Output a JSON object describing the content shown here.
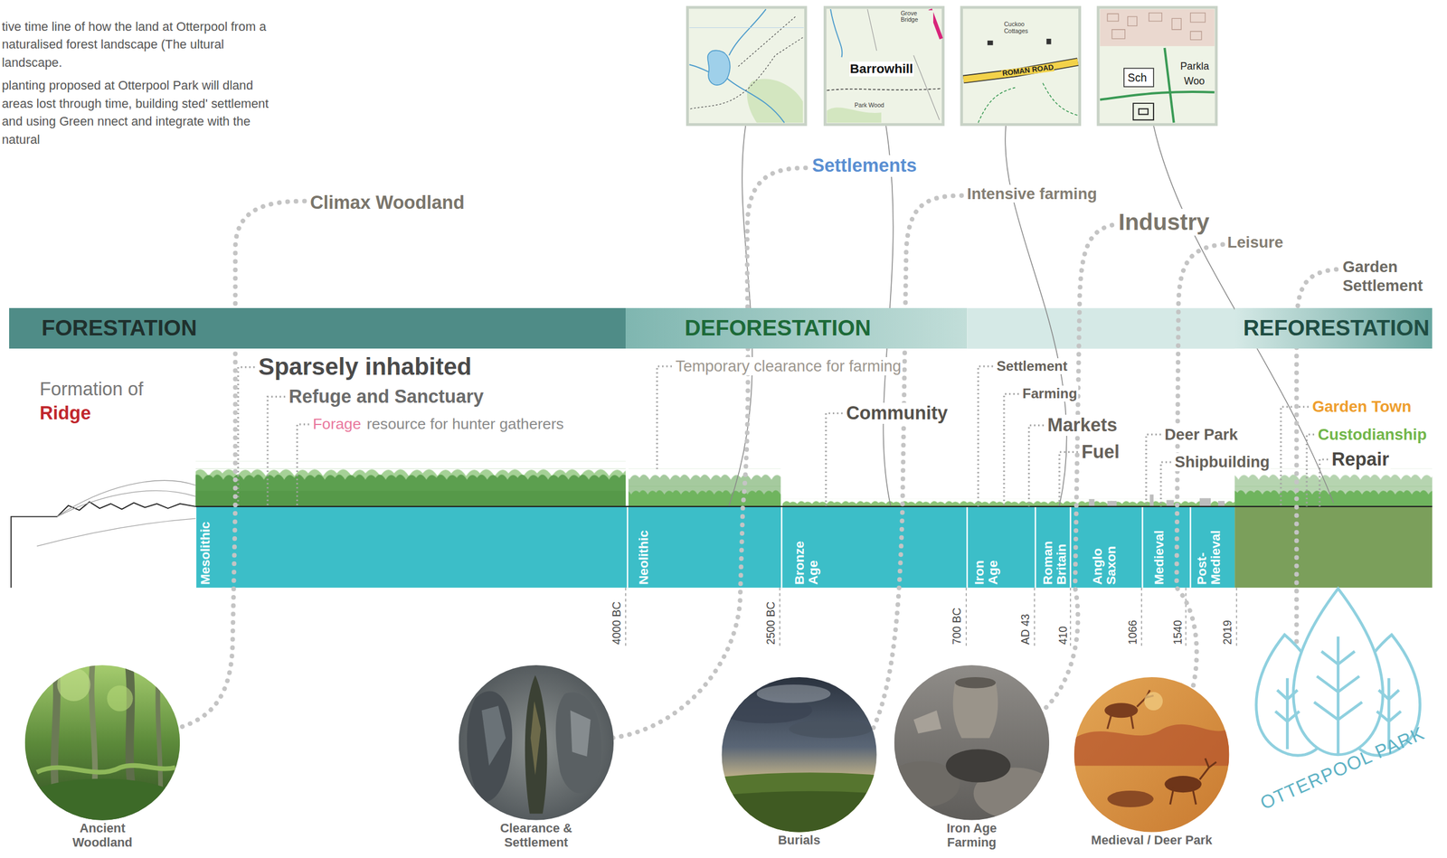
{
  "diagram": {
    "nodes": [
      {
        "text": [
          "FORESTATION"
        ]
      },
      {
        "text": [
          "DEFORESTATION"
        ]
      },
      {
        "text": [
          "REFORESTATION"
        ]
      },
      {
        "text": [
          "Mesolithic"
        ]
      },
      {
        "text": [
          "Neolithic"
        ]
      },
      {
        "text": [
          "Bronze Age"
        ]
      },
      {
        "text": [
          "Iron Age"
        ]
      },
      {
        "text": [
          "Roman Britain"
        ]
      },
      {
        "text": [
          "Anglo Saxon"
        ]
      },
      {
        "text": [
          "Medieval"
        ]
      },
      {
        "text": [
          "Post-Medieval"
        ]
      },
      {
        "text": [
          "Ancient Woodland"
        ]
      },
      {
        "text": [
          "Clearance & Settlement"
        ]
      },
      {
        "text": [
          "Burials"
        ]
      },
      {
        "text": [
          "Iron Age Farming"
        ]
      },
      {
        "text": [
          "Medieval / Deer Park"
        ]
      },
      {
        "text": [
          "OTTERPOOL PARK"
        ]
      }
    ],
    "labels": [
      "tive time line of how the land at Otterpool from a naturalised forest landscape (The ultural landscape.",
      "planting proposed at Otterpool Park will dland areas lost through time, building sted' settlement and using Green nnect and integrate with the natural",
      "Grove Bridge",
      "Barrowhill",
      "Park Wood",
      "Cuckoo Cottages",
      "ROMAN ROAD",
      "Sch",
      "Parkla",
      "Woo",
      "Settlements",
      "Climax Woodland",
      "Intensive farming",
      "Industry",
      "Leisure",
      "Garden Settlement",
      "Formation of",
      "Ridge",
      "Sparsely inhabited",
      "Refuge and Sanctuary",
      "Forage",
      "resource for hunter gatherers",
      "Temporary clearance for farming",
      "Community",
      "Settlement",
      "Farming",
      "Markets",
      "Fuel",
      "Deer Park",
      "Shipbuilding",
      "Garden Town",
      "Custodianship",
      "Repair",
      "4000 BC",
      "2500 BC",
      "700 BC",
      "AD 43",
      "410",
      "1066",
      "1540",
      "2019"
    ]
  }
}
